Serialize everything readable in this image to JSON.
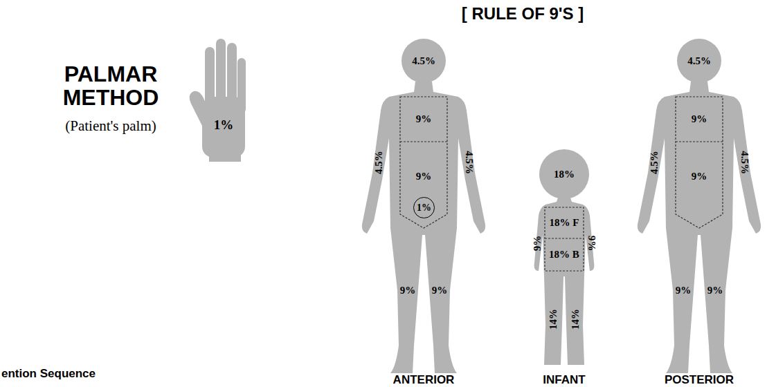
{
  "diagram": {
    "title": "[ RULE OF 9'S ]",
    "nodes": [
      {
        "text": [
          "1%"
        ]
      },
      {
        "text": [
          "1%"
        ]
      }
    ],
    "labels": [
      "PALMAR METHOD",
      "(Patient's palm)",
      "4.5%",
      "9%",
      "4.5%",
      "4.5%",
      "9%",
      "9%",
      "9%",
      "18%",
      "18% F",
      "18% B",
      "9%",
      "9%",
      "14%",
      "14%",
      "4.5%",
      "9%",
      "4.5%",
      "4.5%",
      "9%",
      "9%",
      "9%",
      "ANTERIOR",
      "INFANT",
      "POSTERIOR",
      "ention Sequence"
    ]
  }
}
